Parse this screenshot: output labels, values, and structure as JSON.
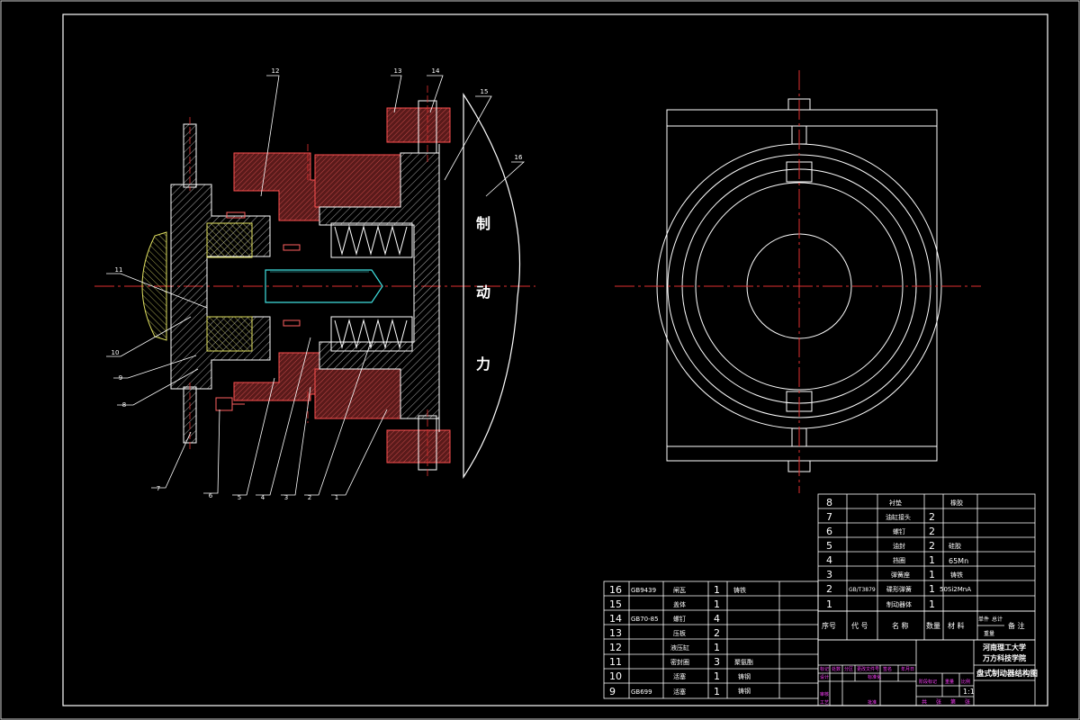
{
  "drawing": {
    "title_block": {
      "school_line1": "河南理工大学",
      "school_line2": "万方科技学院",
      "drawing_title": "盘式制动器结构图",
      "scale_value": "1:1",
      "sheet_labels": [
        "共",
        "张",
        "第",
        "张"
      ],
      "magenta_labels": [
        "标记",
        "处数",
        "分区",
        "更改文件号",
        "签名",
        "年月日",
        "设计",
        "审核",
        "工艺",
        "标准化",
        "批准",
        "阶段标记",
        "重量",
        "比例"
      ]
    },
    "annotation": {
      "vertical_text": [
        "制",
        "动",
        "力"
      ]
    },
    "balloons": [
      "1",
      "2",
      "3",
      "4",
      "5",
      "6",
      "7",
      "8",
      "9",
      "10",
      "11",
      "12",
      "13",
      "14",
      "15",
      "16"
    ],
    "bom_headers": {
      "seq": "序号",
      "code": "代 号",
      "name": "名 称",
      "qty": "数量",
      "material": "材 料",
      "unit_weight": "单件",
      "total_weight": "总计",
      "weight": "重量",
      "remark": "备 注"
    },
    "bom_upper": [
      {
        "seq": "8",
        "code": "",
        "name": "衬垫",
        "qty": "",
        "material": "橡胶",
        "remark": ""
      },
      {
        "seq": "7",
        "code": "",
        "name": "油缸接头",
        "qty": "2",
        "material": "",
        "remark": ""
      },
      {
        "seq": "6",
        "code": "",
        "name": "螺钉",
        "qty": "2",
        "material": "",
        "remark": ""
      },
      {
        "seq": "5",
        "code": "",
        "name": "油封",
        "qty": "2",
        "material": "硅胶",
        "remark": ""
      },
      {
        "seq": "4",
        "code": "",
        "name": "挡圈",
        "qty": "1",
        "material": "65Mn",
        "remark": ""
      },
      {
        "seq": "3",
        "code": "",
        "name": "弹簧座",
        "qty": "1",
        "material": "铸铁",
        "remark": ""
      },
      {
        "seq": "2",
        "code": "GB/T3879",
        "name": "碟形弹簧",
        "qty": "1",
        "material": "50Si2MnA",
        "remark": ""
      },
      {
        "seq": "1",
        "code": "",
        "name": "制动器体",
        "qty": "1",
        "material": "",
        "remark": ""
      }
    ],
    "bom_lower": [
      {
        "seq": "16",
        "code": "GB9439",
        "name": "闸瓦",
        "qty": "1",
        "material": "铸铁"
      },
      {
        "seq": "15",
        "code": "",
        "name": "盖体",
        "qty": "1",
        "material": ""
      },
      {
        "seq": "14",
        "code": "GB70-85",
        "name": "螺钉",
        "qty": "4",
        "material": ""
      },
      {
        "seq": "13",
        "code": "",
        "name": "压板",
        "qty": "2",
        "material": ""
      },
      {
        "seq": "12",
        "code": "",
        "name": "液压缸",
        "qty": "1",
        "material": ""
      },
      {
        "seq": "11",
        "code": "",
        "name": "密封圈",
        "qty": "3",
        "material": "聚氨酯"
      },
      {
        "seq": "10",
        "code": "",
        "name": "活塞",
        "qty": "1",
        "material": "铸钢"
      },
      {
        "seq": "9",
        "code": "GB699",
        "name": "活塞",
        "qty": "1",
        "material": "铸钢"
      }
    ]
  }
}
